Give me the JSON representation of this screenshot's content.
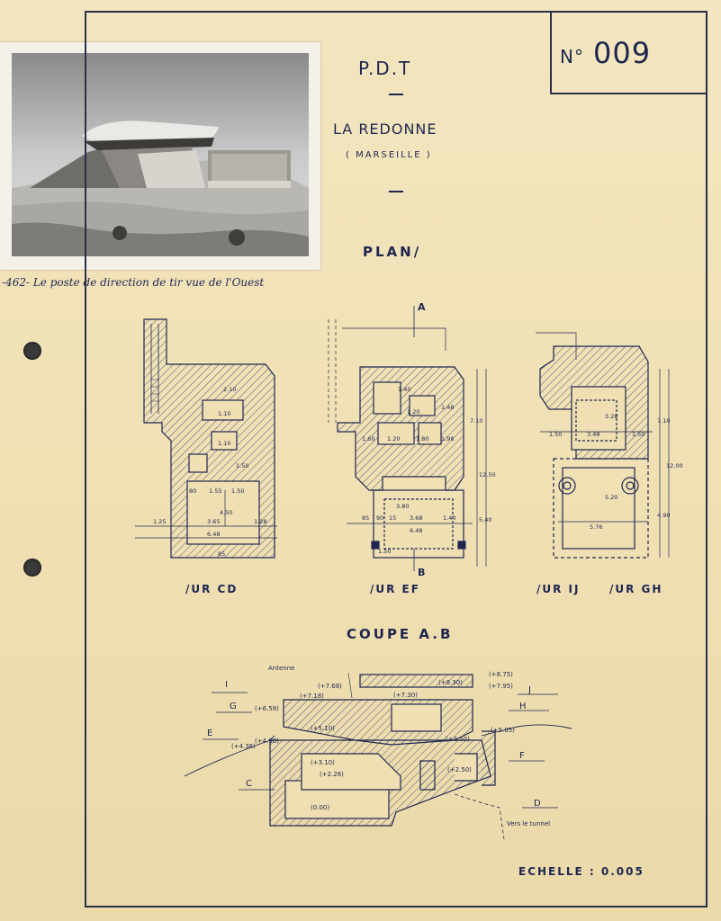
{
  "document": {
    "number_prefix": "N°",
    "number": "009",
    "title": "P.D.T",
    "place": "LA REDONNE",
    "city": "( MARSEILLE )",
    "plans_heading": "PLAN/",
    "plan_labels": [
      "/UR CD",
      "/UR EF",
      "/UR IJ",
      "/UR GH"
    ],
    "section_heading": "COUPE A.B",
    "scale": "ECHELLE : 0.005",
    "photo_caption": "-462- Le poste de direction de tir vue de l'Ouest",
    "marker_a": "A",
    "marker_b": "B"
  },
  "section": {
    "antenna_label": "Antenne",
    "tunnel_label": "Vers le tunnel",
    "level_letters": [
      "I",
      "G",
      "E",
      "C",
      "J",
      "H",
      "F",
      "D"
    ],
    "elevations": [
      "(+8.75)",
      "(+7.95)",
      "(+8.30)",
      "(+7.68)",
      "(+7.18)",
      "(+7.30)",
      "(+6.58)",
      "(+4.90)",
      "(+4.36)",
      "(+5.05)",
      "(+5.10)",
      "(+4.50)",
      "(+3.10)",
      "(+2.26)",
      "(+2.50)",
      "(0.00)"
    ]
  },
  "plan_dims": {
    "cd": [
      "2.10",
      "1.10",
      "1.10",
      "1.50",
      "80",
      "1.55",
      "1.50",
      "4.50",
      "1.25",
      "3.65",
      "1.28",
      "6.48",
      "85"
    ],
    "ef": [
      "1.40",
      "1.20",
      "1.48",
      "1.60",
      "1.20",
      "1.80",
      "1.98",
      "7.10",
      "12.50",
      "85",
      "90",
      "15",
      "3.68",
      "1.40",
      "6.48",
      "3.80",
      "5.40",
      "1.50"
    ],
    "ij": [
      "1.50",
      "3.48",
      "1.50",
      "3.28",
      "7.10",
      "12.00",
      "5.20",
      "4.90",
      "5.76"
    ]
  }
}
